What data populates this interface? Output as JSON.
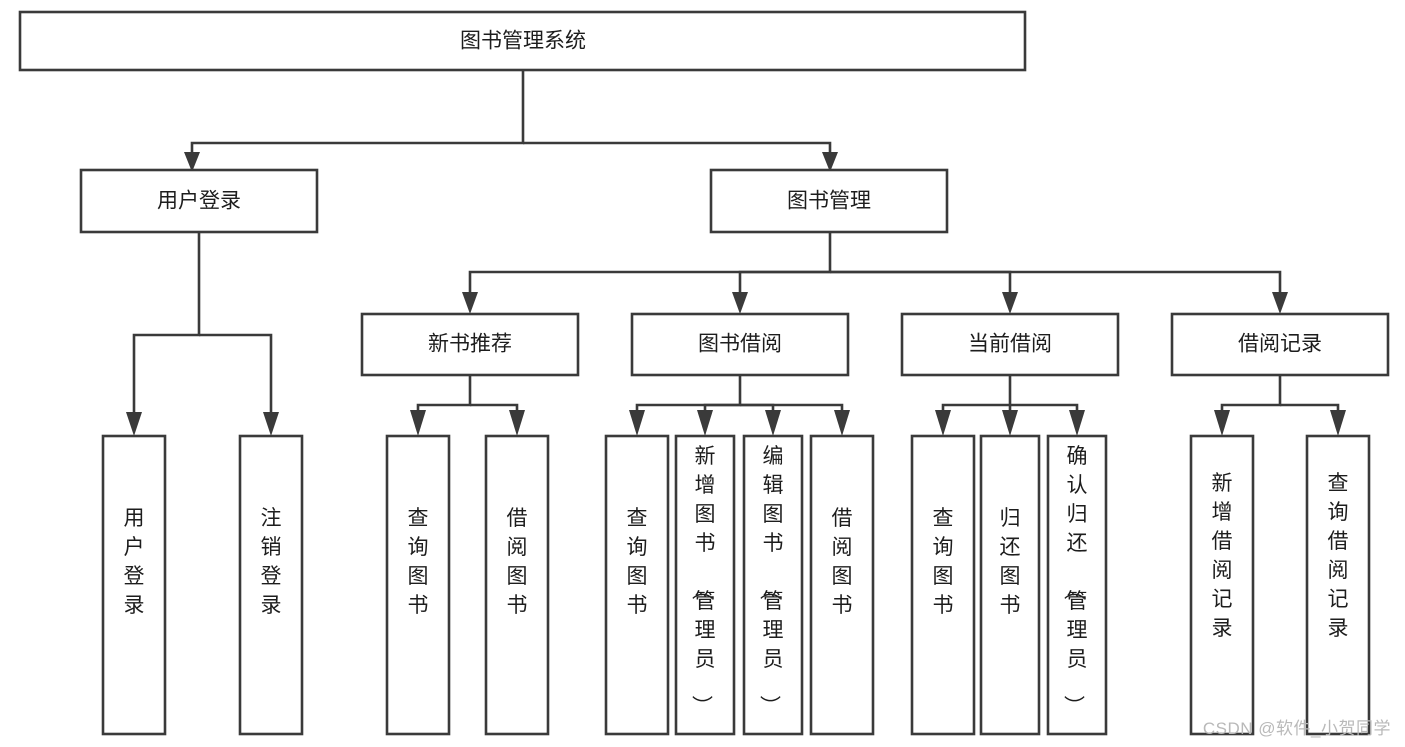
{
  "diagram": {
    "type": "tree-hierarchy-flowchart",
    "title": "图书管理系统",
    "watermark": "CSDN @软件_小贺同学",
    "levels": {
      "root": {
        "label": "图书管理系统"
      },
      "level2": [
        {
          "id": "user-login",
          "label": "用户登录"
        },
        {
          "id": "book-management",
          "label": "图书管理"
        }
      ],
      "level3": [
        {
          "id": "new-book-recommend",
          "label": "新书推荐",
          "parent": "book-management"
        },
        {
          "id": "book-borrow",
          "label": "图书借阅",
          "parent": "book-management"
        },
        {
          "id": "current-borrow",
          "label": "当前借阅",
          "parent": "book-management"
        },
        {
          "id": "borrow-record",
          "label": "借阅记录",
          "parent": "book-management"
        }
      ],
      "leaves": {
        "user-login": [
          {
            "id": "leaf-user-login",
            "label": "用户登录"
          },
          {
            "id": "leaf-user-logout",
            "label": "注销登录"
          }
        ],
        "new-book-recommend": [
          {
            "id": "leaf-query-book-1",
            "label": "查询图书"
          },
          {
            "id": "leaf-borrow-book-1",
            "label": "借阅图书"
          }
        ],
        "book-borrow": [
          {
            "id": "leaf-query-book-2",
            "label": "查询图书"
          },
          {
            "id": "leaf-add-book",
            "label": "新增图书（管理员）"
          },
          {
            "id": "leaf-edit-book",
            "label": "编辑图书（管理员）"
          },
          {
            "id": "leaf-borrow-book-2",
            "label": "借阅图书"
          }
        ],
        "current-borrow": [
          {
            "id": "leaf-query-book-3",
            "label": "查询图书"
          },
          {
            "id": "leaf-return-book",
            "label": "归还图书"
          },
          {
            "id": "leaf-confirm-return",
            "label": "确认归还（管理员）"
          }
        ],
        "borrow-record": [
          {
            "id": "leaf-add-borrow-record",
            "label": "新增借阅记录"
          },
          {
            "id": "leaf-query-borrow-record",
            "label": "查询借阅记录"
          }
        ]
      }
    },
    "colors": {
      "stroke": "#3a3a3a",
      "fill": "#ffffff",
      "text": "#1d1d1d",
      "watermark": "#b9b9b9",
      "background": "#ffffff"
    }
  }
}
